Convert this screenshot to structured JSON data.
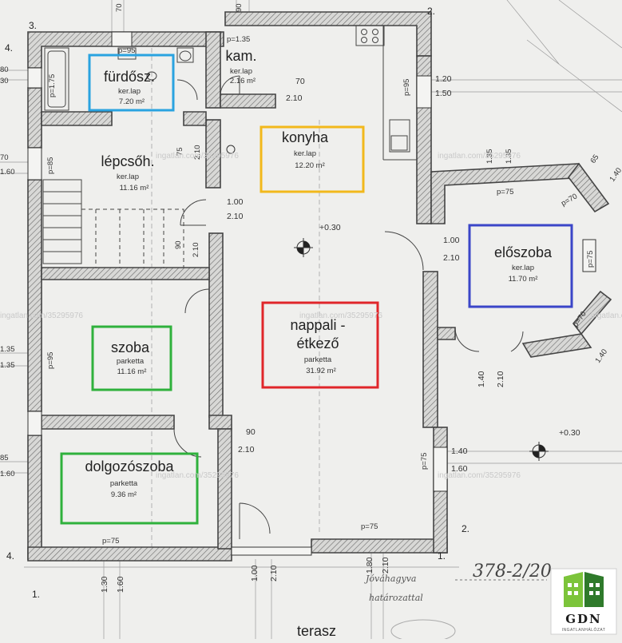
{
  "rooms": [
    {
      "id": "furdo",
      "name": "fürdősz.",
      "floor": "ker.lap",
      "area": "7.20 m²",
      "highlight": "#2aa3e0"
    },
    {
      "id": "kamra",
      "name": "kam.",
      "floor": "ker.lap",
      "area": "2.16 m²"
    },
    {
      "id": "konyha",
      "name": "konyha",
      "floor": "ker.lap",
      "area": "12.20 m²",
      "highlight": "#f2b81c"
    },
    {
      "id": "lepcso",
      "name": "lépcsőh.",
      "floor": "ker.lap",
      "area": "11.16 m²"
    },
    {
      "id": "eloszoba",
      "name": "előszoba",
      "floor": "ker.lap",
      "area": "11.70 m²",
      "highlight": "#3b46c8"
    },
    {
      "id": "szoba",
      "name": "szoba",
      "floor": "parketta",
      "area": "11.16 m²",
      "highlight": "#2fb13c"
    },
    {
      "id": "nappali",
      "name1": "nappali -",
      "name2": "étkező",
      "floor": "parketta",
      "area": "31.92 m²",
      "highlight": "#e0262a"
    },
    {
      "id": "dolgozo",
      "name": "dolgozószoba",
      "floor": "parketta",
      "area": "9.36 m²",
      "highlight": "#2fb13c"
    }
  ],
  "dimensions": {
    "d70_top": "70",
    "d90_top": "90",
    "p135": "p=1.35",
    "p95_top": "p=95",
    "p175": "p=1.75",
    "d80a": "80",
    "d30": "30",
    "d70_kam": "70",
    "d210_kam": "2.10",
    "p95_right": "p=95",
    "d120": "1.20",
    "d150": "1.50",
    "d70_left": "70",
    "d160_left": "1.60",
    "p85": "p=85",
    "d75": "75",
    "d210_vert": "2.10",
    "d100_mid": "1.00",
    "d210_mid": "2.10",
    "d90_mid": "90",
    "d210_mid2": "2.10",
    "plus030": "+0.30",
    "d100_right": "1.00",
    "d210_right": "2.10",
    "p75_elo": "p=75",
    "d135_elo": "1.35",
    "d135b_elo": "1.35",
    "d65": "65",
    "d140_elo": "1.40",
    "p70_elo": "p=70",
    "p75_elo_r": "p=75",
    "p70b_elo": "p=70",
    "d140b_elo": "1.40",
    "d135_left": "1.35",
    "d135b_left": "1.35",
    "p95_left": "p=95",
    "d90_bot": "90",
    "d210_bot": "2.10",
    "d85_left": "85",
    "d160b_left": "1.60",
    "d140_door": "1.40",
    "d210_door": "2.10",
    "plus030_out": "+0.30",
    "p75_bot": "p=75",
    "d140_out": "1.40",
    "d160_out": "1.60",
    "p75_nap": "p=75",
    "p75_dolg": "p=75",
    "d130": "1.30",
    "d160_bot": "1.60",
    "d100_bot": "1.00",
    "d210_bot2": "2.10",
    "d180": "1.80",
    "d210_bot3": "2.10"
  },
  "axes": {
    "a3": "3.",
    "a4_top": "4.",
    "a2_top": "2.",
    "a4_bot": "4.",
    "a1_left": "1.",
    "a1_right": "1.",
    "a2_right": "2."
  },
  "watermark": "ingatlan.com/35295976",
  "footer": {
    "terasz": "terasz",
    "jovahagyva": "Jóváhagyva",
    "hatarozattal": "határozattal",
    "number": "378-2/20"
  },
  "logo": {
    "text": "GDN",
    "sub": "INGATLANHÁLÓZAT"
  },
  "colors": {
    "wall": "#555555",
    "hatch": "#8a8a8a",
    "paper": "#efefed"
  }
}
